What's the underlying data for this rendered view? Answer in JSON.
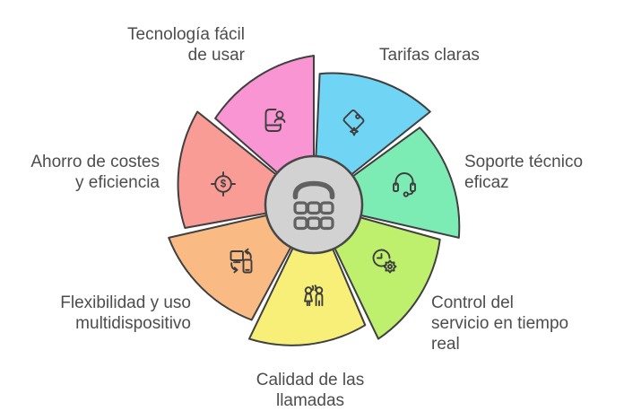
{
  "diagram": {
    "type": "pinwheel-infographic",
    "topic": "telephony-service-benefits"
  },
  "center": {
    "icon": "phone-keypad-icon",
    "fill": "#d2d2d2",
    "stroke": "#474747"
  },
  "segments": [
    {
      "id": "tecnologia",
      "label": "Tecnología fácil\nde usar",
      "color": "#F995D3",
      "icon": "mobile-user-icon"
    },
    {
      "id": "tarifas",
      "label": "Tarifas claras",
      "color": "#70D5F4",
      "icon": "price-tag-icon"
    },
    {
      "id": "soporte",
      "label": "Soporte técnico\neficaz",
      "color": "#7DEBB4",
      "icon": "headset-icon"
    },
    {
      "id": "control",
      "label": "Control del\nservicio en tiempo\nreal",
      "color": "#BEF06D",
      "icon": "clock-gear-icon"
    },
    {
      "id": "calidad",
      "label": "Calidad de las\nllamadas",
      "color": "#F7EF78",
      "icon": "people-talking-icon"
    },
    {
      "id": "flexibilidad",
      "label": "Flexibilidad y uso\nmultidispositivo",
      "color": "#F9BB83",
      "icon": "device-sync-icon"
    },
    {
      "id": "ahorro",
      "label": "Ahorro de costes\ny eficiencia",
      "color": "#FA9C96",
      "icon": "dollar-target-icon"
    }
  ],
  "colors": {
    "outline": "#404040",
    "icon_stroke": "#3e3e3e",
    "center_fill": "#d2d2d2",
    "center_stroke": "#474747",
    "center_icon": "#616161",
    "text": "#4d4d4d",
    "background": "#ffffff"
  },
  "dollar_symbol": "$"
}
